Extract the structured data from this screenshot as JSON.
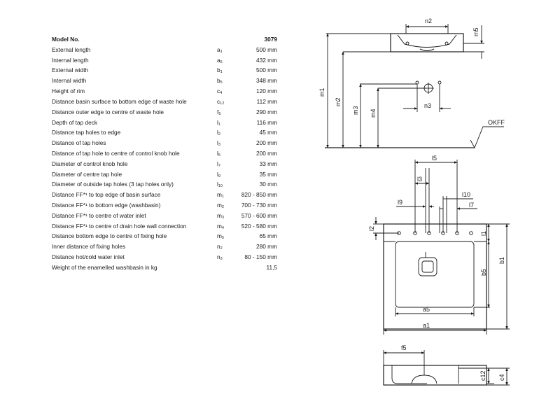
{
  "table": {
    "header": {
      "label": "Model No.",
      "value": "3079"
    },
    "rows": [
      {
        "label": "External length",
        "sym": "a",
        "sub": "1",
        "value": "500 mm"
      },
      {
        "label": "Internal length",
        "sym": "a",
        "sub": "5",
        "value": "432 mm"
      },
      {
        "label": "External width",
        "sym": "b",
        "sub": "1",
        "value": "500 mm"
      },
      {
        "label": "Internal width",
        "sym": "b",
        "sub": "5",
        "value": "348 mm"
      },
      {
        "label": "Height of rim",
        "sym": "c",
        "sub": "4",
        "value": "120 mm"
      },
      {
        "label": "Distance basin surface to bottom edge of waste hole",
        "sym": "c",
        "sub": "12",
        "value": "112 mm"
      },
      {
        "label": "Distance outer edge to centre of waste hole",
        "sym": "f",
        "sub": "5",
        "value": "290 mm"
      },
      {
        "label": "Depth of tap deck",
        "sym": "l",
        "sub": "1",
        "value": "116 mm"
      },
      {
        "label": "Distance tap holes to edge",
        "sym": "l",
        "sub": "2",
        "value": "45 mm"
      },
      {
        "label": "Distance of tap holes",
        "sym": "l",
        "sub": "3",
        "value": "200 mm"
      },
      {
        "label": "Distance of tap hole to centre of control knob hole",
        "sym": "l",
        "sub": "5",
        "value": "200 mm"
      },
      {
        "label": "Diameter of control knob hole",
        "sym": "l",
        "sub": "7",
        "value": "33 mm"
      },
      {
        "label": "Diameter of centre tap hole",
        "sym": "l",
        "sub": "9",
        "value": "35 mm"
      },
      {
        "label": "Diameter of outside tap holes (3 tap holes only)",
        "sym": "l",
        "sub": "10",
        "value": "30 mm"
      },
      {
        "label": "Distance FF*¹ to top edge of basin surface",
        "sym": "m",
        "sub": "1",
        "value": "820 - 850 mm"
      },
      {
        "label": "Distance FF*¹ to bottom edge (washbasin)",
        "sym": "m",
        "sub": "2",
        "value": "700 - 730 mm"
      },
      {
        "label": "Distance FF*¹ to centre of water inlet",
        "sym": "m",
        "sub": "3",
        "value": "570 - 600 mm"
      },
      {
        "label": "Distance FF*¹ to centre of drain hole wall connection",
        "sym": "m",
        "sub": "4",
        "value": "520 - 580 mm"
      },
      {
        "label": "Distance bottom edge to centre of fixing hole",
        "sym": "m",
        "sub": "5",
        "value": "65 mm"
      },
      {
        "label": "Inner distance of fixing holes",
        "sym": "n",
        "sub": "2",
        "value": "280 mm"
      },
      {
        "label": "Distance hot/cold water inlet",
        "sym": "n",
        "sub": "3",
        "value": "80 - 150 mm"
      },
      {
        "label": "Weight of the enamelled washbasin in kg",
        "sym": "",
        "sub": "",
        "value": "11,5"
      }
    ]
  },
  "drawing": {
    "front_view": {
      "n2": "n2",
      "m5": "m5",
      "m1": "m1",
      "m2": "m2",
      "m3": "m3",
      "m4": "m4",
      "n3": "n3",
      "okff": "OKFF"
    },
    "plan_view": {
      "l5": "l5",
      "l3": "l3",
      "l9": "l9",
      "l10": "l10",
      "l7": "l7",
      "l2": "l2",
      "l1": "l1",
      "b5": "b5",
      "b1": "b1",
      "a5": "a5",
      "a1": "a1"
    },
    "side_view": {
      "f5": "f5",
      "c12": "c12",
      "c4": "c4"
    }
  }
}
